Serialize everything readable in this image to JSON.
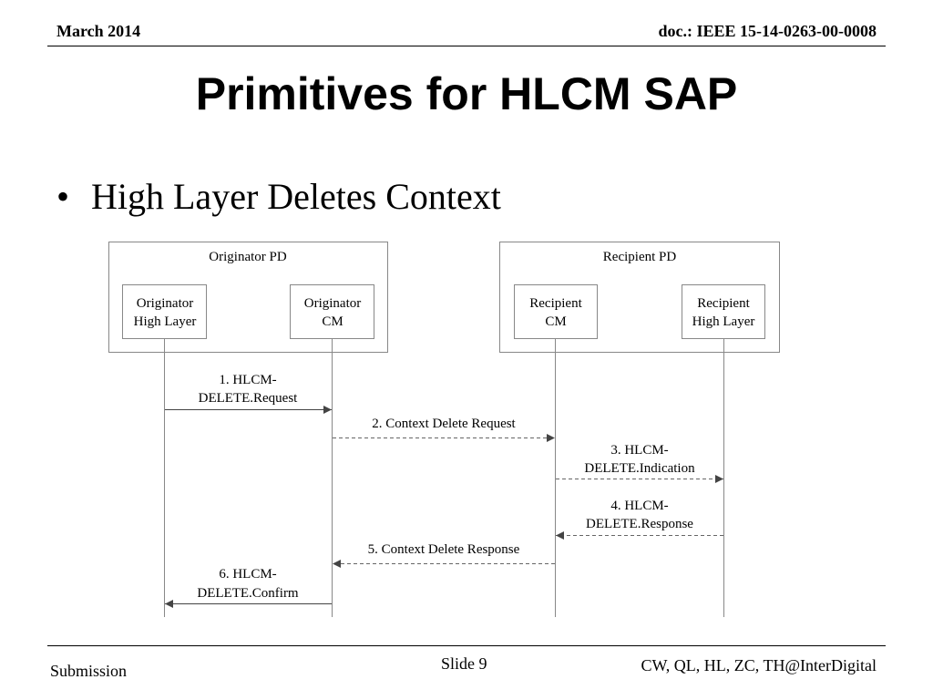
{
  "header": {
    "date": "March 2014",
    "doc_id": "doc.: IEEE 15-14-0263-00-0008"
  },
  "slide": {
    "title": "Primitives for HLCM SAP",
    "bullet": "High Layer Deletes Context"
  },
  "diagram": {
    "groups": [
      "Originator PD",
      "Recipient PD"
    ],
    "entities": [
      [
        "Originator",
        "High Layer"
      ],
      [
        "Originator",
        "CM"
      ],
      [
        "Recipient",
        "CM"
      ],
      [
        "Recipient",
        "High Layer"
      ]
    ],
    "messages": [
      [
        "1. HLCM-",
        "DELETE.Request"
      ],
      [
        "2. Context Delete Request"
      ],
      [
        "3. HLCM-",
        "DELETE.Indication"
      ],
      [
        "4. HLCM-",
        "DELETE.Response"
      ],
      [
        "5. Context Delete Response"
      ],
      [
        "6. HLCM-",
        "DELETE.Confirm"
      ]
    ]
  },
  "footer": {
    "left": "Submission",
    "slide_number": "Slide 9",
    "authors": "CW, QL, HL, ZC, TH@InterDigital"
  }
}
